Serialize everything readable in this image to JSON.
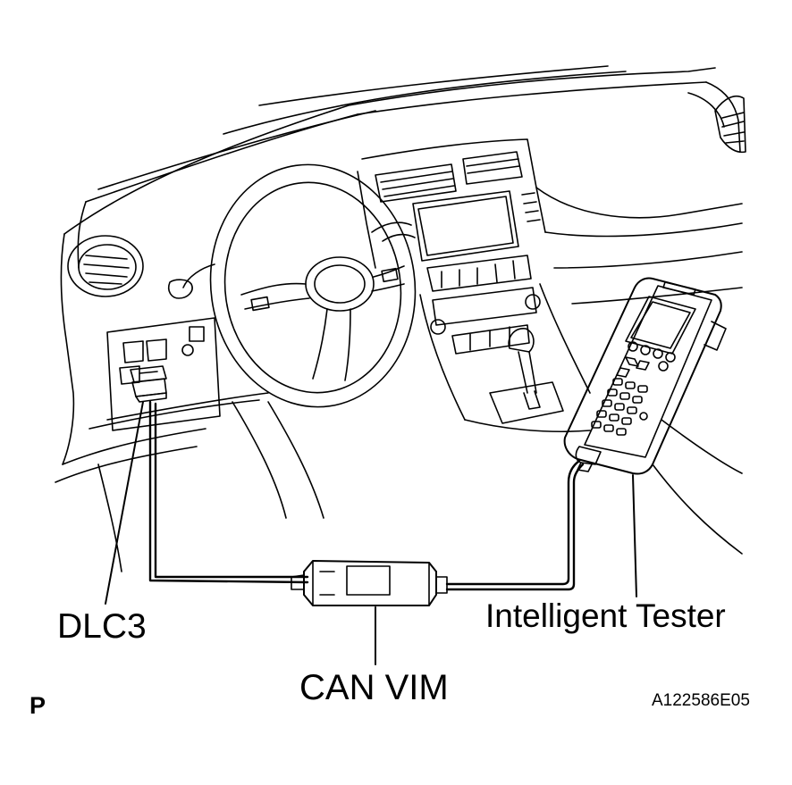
{
  "labels": {
    "dlc3": "DLC3",
    "intelligent_tester": "Intelligent Tester",
    "can_vim": "CAN VIM",
    "view_marker": "P",
    "figure_code": "A122586E05"
  },
  "colors": {
    "line": "#000000",
    "background": "#ffffff"
  }
}
